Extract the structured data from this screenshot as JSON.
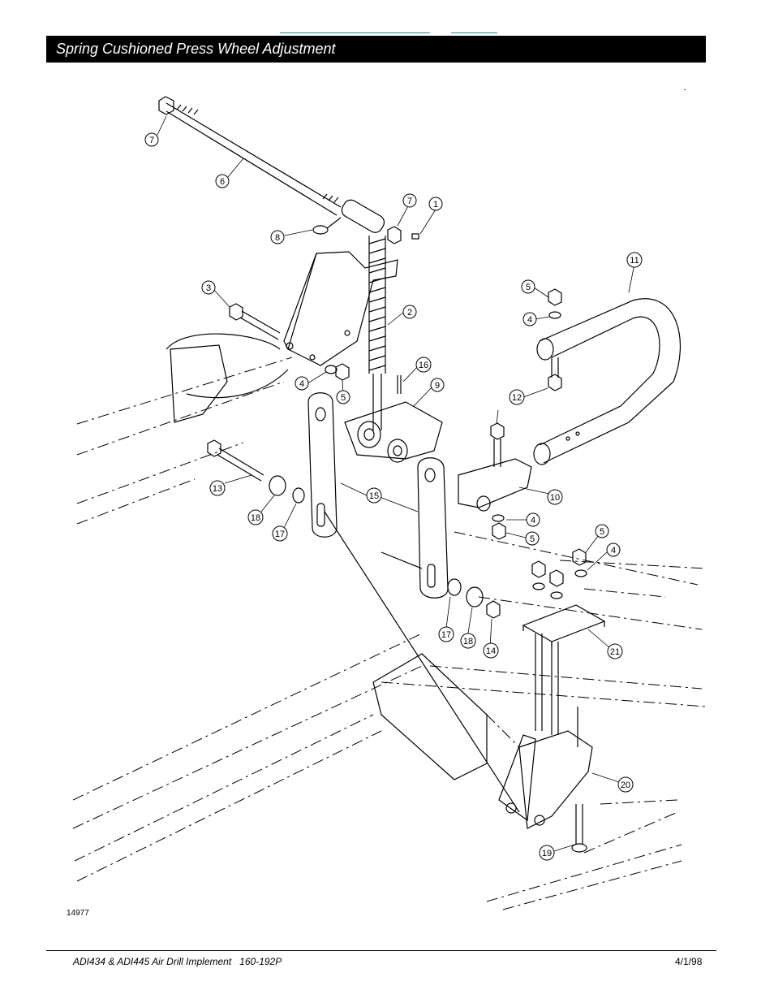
{
  "header": {
    "title": "Spring Cushioned Press Wheel Adjustment"
  },
  "figure": {
    "number": "14977",
    "callouts": [
      {
        "id": "c7a",
        "label": "7"
      },
      {
        "id": "c6",
        "label": "6"
      },
      {
        "id": "c7b",
        "label": "7"
      },
      {
        "id": "c1",
        "label": "1"
      },
      {
        "id": "c8",
        "label": "8"
      },
      {
        "id": "c3",
        "label": "3"
      },
      {
        "id": "c2",
        "label": "2"
      },
      {
        "id": "c16",
        "label": "16"
      },
      {
        "id": "c4a",
        "label": "4"
      },
      {
        "id": "c5a",
        "label": "5"
      },
      {
        "id": "c9",
        "label": "9"
      },
      {
        "id": "c11",
        "label": "11"
      },
      {
        "id": "c5b",
        "label": "5"
      },
      {
        "id": "c4b",
        "label": "4"
      },
      {
        "id": "c12",
        "label": "12"
      },
      {
        "id": "c13",
        "label": "13"
      },
      {
        "id": "c18a",
        "label": "18"
      },
      {
        "id": "c17a",
        "label": "17"
      },
      {
        "id": "c15",
        "label": "15"
      },
      {
        "id": "c10",
        "label": "10"
      },
      {
        "id": "c4c",
        "label": "4"
      },
      {
        "id": "c5c",
        "label": "5"
      },
      {
        "id": "c5d",
        "label": "5"
      },
      {
        "id": "c4d",
        "label": "4"
      },
      {
        "id": "c17b",
        "label": "17"
      },
      {
        "id": "c18b",
        "label": "18"
      },
      {
        "id": "c14",
        "label": "14"
      },
      {
        "id": "c21",
        "label": "21"
      },
      {
        "id": "c20",
        "label": "20"
      },
      {
        "id": "c19",
        "label": "19"
      }
    ]
  },
  "footer": {
    "left": "ADI434 & ADI445 Air Drill Implement   160-192P",
    "right": "4/1/98"
  }
}
